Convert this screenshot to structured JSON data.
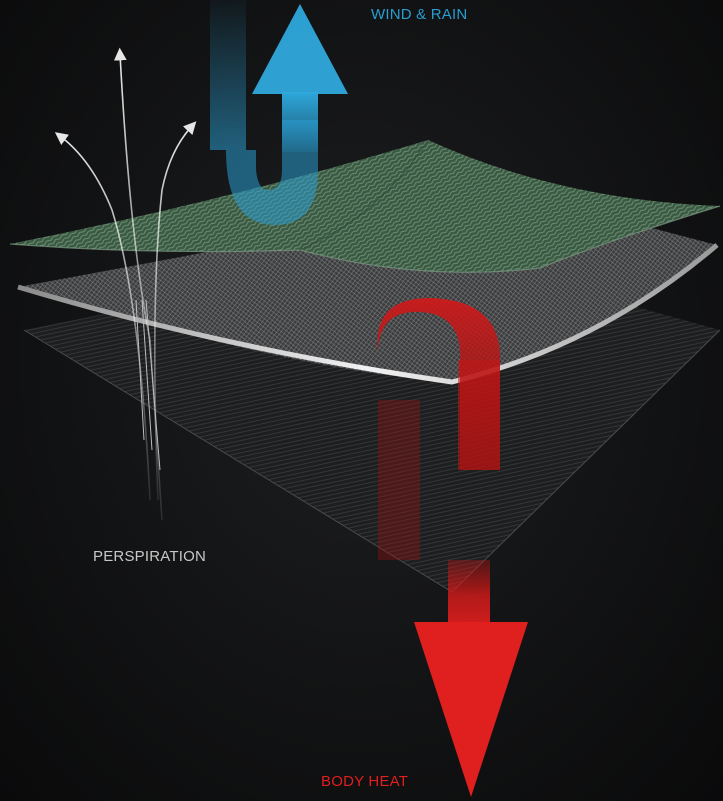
{
  "labels": {
    "wind_rain": "WIND & RAIN",
    "perspiration": "PERSPIRATION",
    "body_heat": "BODY HEAT"
  },
  "colors": {
    "wind_rain": "#2a9ccf",
    "perspiration": "#c8c8c8",
    "body_heat": "#e01f1f",
    "outer_layer": "#3f5e46",
    "membrane_layer": "#d9d9d9",
    "inner_layer": "#1c1c1c"
  },
  "icons": [
    "wind-rain-arrow",
    "body-heat-arrow",
    "perspiration-vapor-arrows"
  ]
}
